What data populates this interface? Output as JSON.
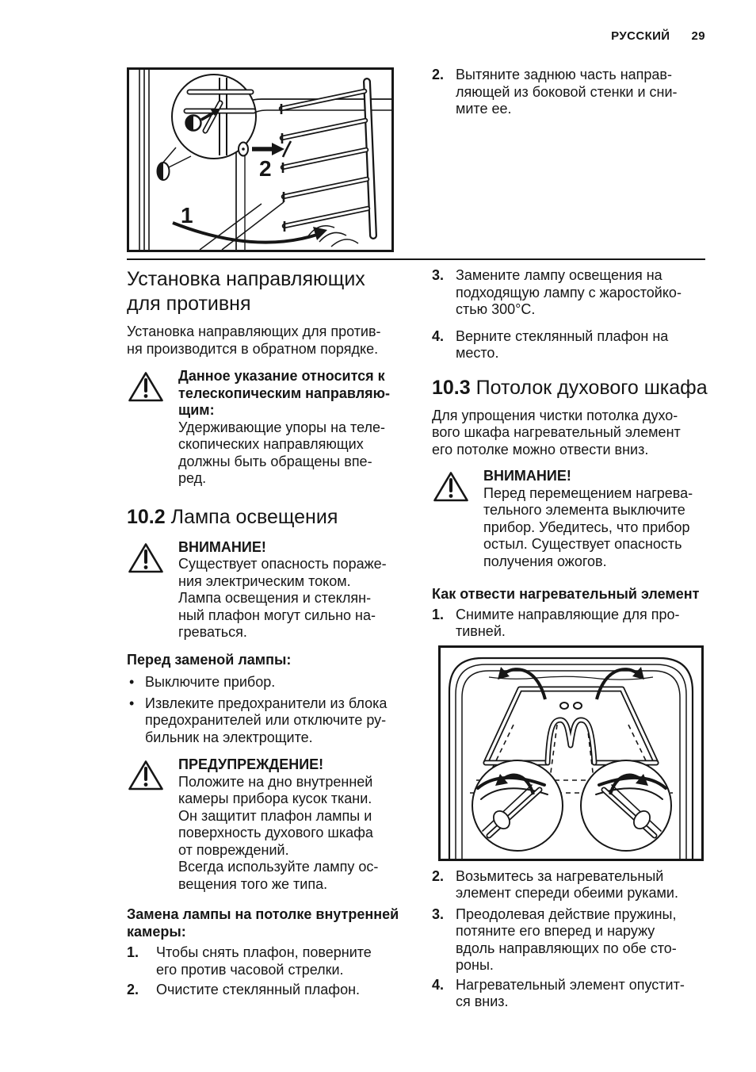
{
  "header": {
    "language_label": "РУССКИЙ",
    "page_number": "29"
  },
  "icons": {
    "warning": "warning-triangle-icon"
  },
  "colors": {
    "text": "#161616",
    "background": "#ffffff",
    "line_art": "#161616"
  },
  "figures": {
    "rack_removal": {
      "label_1": "1",
      "label_2": "2",
      "description": "removing shelf support rails from oven side wall"
    },
    "ceiling_element": {
      "description": "oven ceiling heating element folded down, two magnified hook details"
    }
  },
  "left": {
    "install_section": {
      "title": "Установка направляющих\nдля противня",
      "intro": "Установка направляющих для против-\nня производится в обратном порядке.",
      "note_bold": "Данное указание относится к\nтелескопическим направляю-\nщим:",
      "note_text": "Удерживающие упоры на теле-\nскопических направляющих\nдолжны быть обращены впе-\nред."
    },
    "lamp_section": {
      "number": "10.2",
      "title": "Лампа освещения",
      "caution": {
        "title": "ВНИМАНИЕ!",
        "text": "Существует опасность пораже-\nния электрическим током.\nЛампа освещения и стеклян-\nный плафон могут сильно на-\nгреваться."
      },
      "before_heading": "Перед заменой лампы:",
      "bullets": [
        "Выключите прибор.",
        "Извлеките предохранители из блока\nпредохранителей или отключите ру-\nбильник на электрощите."
      ],
      "warning": {
        "title": "ПРЕДУПРЕЖДЕНИЕ!",
        "text": "Положите на дно внутренней\nкамеры прибора кусок ткани.\nОн защитит плафон лампы и\nповерхность духового шкафа\nот повреждений.\nВсегда используйте лампу ос-\nвещения того же типа."
      },
      "replace_heading": "Замена лампы на потолке внутренней\nкамеры:",
      "steps": [
        {
          "num": "1.",
          "text": "Чтобы снять плафон, поверните\nего против часовой стрелки."
        },
        {
          "num": "2.",
          "text": "Очистите стеклянный плафон."
        }
      ]
    }
  },
  "right": {
    "rail_step_2": {
      "num": "2.",
      "text": "Вытяните заднюю часть направ-\nляющей из боковой стенки и сни-\nмите ее."
    },
    "lamp_step_3": {
      "num": "3.",
      "text": "Замените лампу освещения на\nподходящую лампу с жаростойко-\nстью 300°C."
    },
    "lamp_step_4": {
      "num": "4.",
      "text": "Верните стеклянный плафон на\nместо."
    },
    "ceiling_section": {
      "number": "10.3",
      "title": "Потолок духового шкафа",
      "intro": "Для упрощения чистки потолка духо-\nвого шкафа нагревательный элемент\nего потолке можно отвести вниз.",
      "caution": {
        "title": "ВНИМАНИЕ!",
        "text": "Перед перемещением нагрева-\nтельного элемента выключите\nприбор. Убедитесь, что прибор\nостыл. Существует опасность\nполучения ожогов."
      },
      "how_heading": "Как отвести нагревательный элемент",
      "steps": [
        {
          "num": "1.",
          "text": "Снимите направляющие для про-\nтивней."
        },
        {
          "num": "2.",
          "text": "Возьмитесь за нагревательный\nэлемент спереди обеими руками."
        },
        {
          "num": "3.",
          "text": "Преодолевая действие пружины,\nпотяните его вперед и наружу\nвдоль направляющих по обе сто-\nроны."
        },
        {
          "num": "4.",
          "text": "Нагревательный элемент опустит-\nся вниз."
        }
      ]
    }
  }
}
